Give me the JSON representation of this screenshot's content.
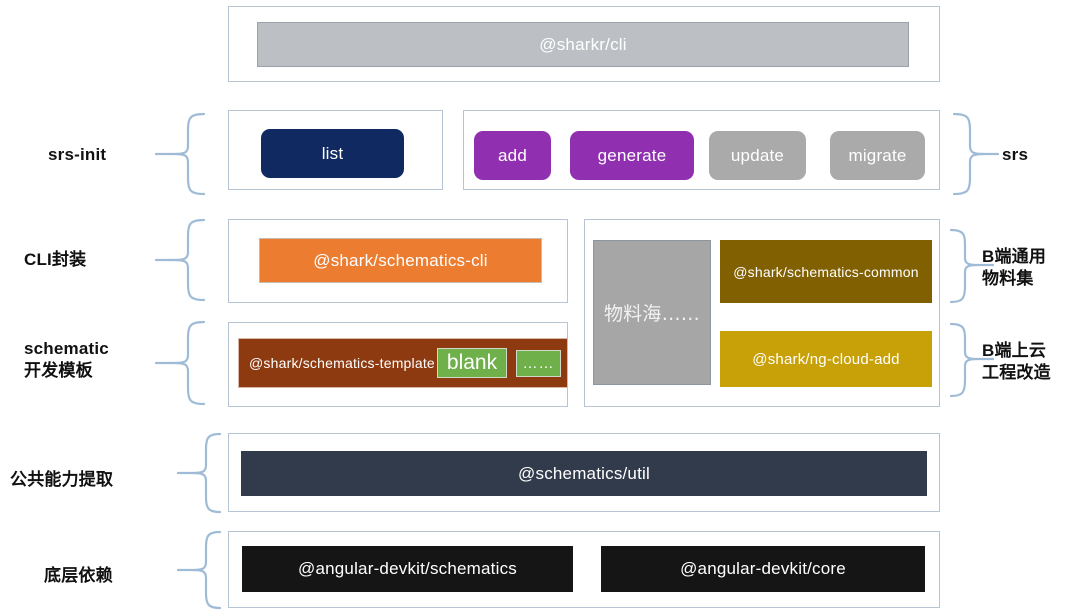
{
  "diagram": {
    "title": "shark schematics architecture stack",
    "colors": {
      "panel_border": "#b7c4d4",
      "brace": "#9fbbd6",
      "cli_gray": "#bcc0c4",
      "navy": "#102a61",
      "purple": "#9030b0",
      "gray_button": "#aaaaaa",
      "orange": "#ec7c30",
      "sea_gray": "#a6a6a6",
      "olive": "#806000",
      "gold": "#c8a007",
      "brown": "#8d3a10",
      "green_chip": "#6fb04a",
      "slate": "#323b4b",
      "black": "#151515"
    },
    "rows": [
      {
        "id": "cli",
        "left_label": [],
        "right_label": [],
        "blocks": [
          "@sharkr/cli"
        ]
      },
      {
        "id": "commands",
        "left_label": [
          "srs-init"
        ],
        "right_label": [
          "srs"
        ],
        "blocks": [
          "list",
          "add",
          "generate",
          "update",
          "migrate"
        ]
      },
      {
        "id": "cli-wrap",
        "left_label": [
          "CLI封装"
        ],
        "right_label": [
          "B端通用",
          "物料集"
        ],
        "blocks": [
          "@shark/schematics-cli",
          "@shark/schematics-common"
        ]
      },
      {
        "id": "schematic-template",
        "left_label": [
          "schematic",
          "开发模板"
        ],
        "right_label": [
          "B端上云",
          "工程改造"
        ],
        "blocks": [
          "@shark/schematics-template",
          "blank",
          "……",
          "@shark/ng-cloud-add"
        ]
      },
      {
        "id": "common-ability",
        "left_label": [
          "公共能力提取"
        ],
        "right_label": [],
        "blocks": [
          "@schematics/util"
        ]
      },
      {
        "id": "base-deps",
        "left_label": [
          "底层依赖"
        ],
        "right_label": [],
        "blocks": [
          "@angular-devkit/schematics",
          "@angular-devkit/core"
        ]
      }
    ]
  },
  "labels": {
    "srs_init": "srs-init",
    "srs": "srs",
    "cli_wrap": "CLI封装",
    "schematic_line1": "schematic",
    "schematic_line2": "开发模板",
    "b_common_line1": "B端通用",
    "b_common_line2": "物料集",
    "b_cloud_line1": "B端上云",
    "b_cloud_line2": "工程改造",
    "common_ability": "公共能力提取",
    "base_deps": "底层依赖"
  },
  "blocks": {
    "sharkr_cli": "@sharkr/cli",
    "list": "list",
    "add": "add",
    "generate": "generate",
    "update": "update",
    "migrate": "migrate",
    "schematics_cli": "@shark/schematics-cli",
    "material_sea": "物料海……",
    "schematics_common": "@shark/schematics-common",
    "ng_cloud_add": "@shark/ng-cloud-add",
    "schematics_template": "@shark/schematics-template",
    "blank": "blank",
    "ellipsis": "……",
    "schematics_util": "@schematics/util",
    "devkit_schematics": "@angular-devkit/schematics",
    "devkit_core": "@angular-devkit/core"
  }
}
